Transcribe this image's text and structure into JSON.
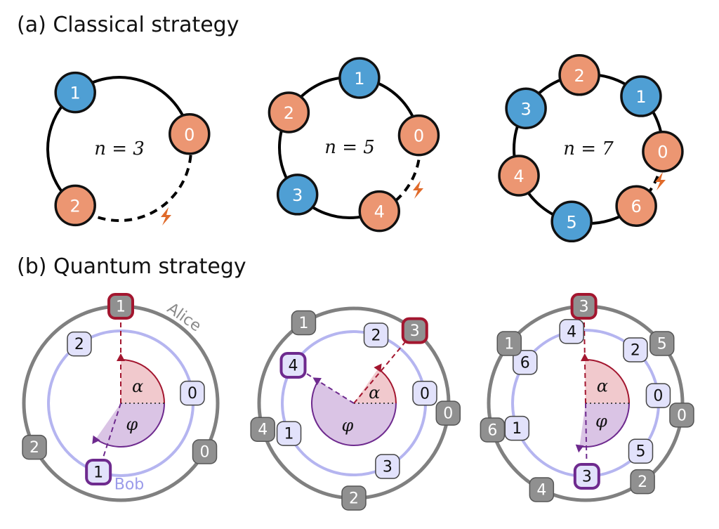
{
  "title_a": "(a) Classical strategy",
  "title_b": "(b) Quantum strategy",
  "colors": {
    "blue": "#4f9fd4",
    "orange": "#ec9672",
    "conflict": "#e06a2a",
    "alice_ring": "#808080",
    "bob_ring": "#b5b5f0",
    "alice_box": "#909090",
    "bob_box": "#e2e2fb",
    "red_highlight": "#a3162f",
    "purple_highlight": "#6e2a8e",
    "alpha_fill": "#f1c9cd",
    "phi_fill": "#dac4e5"
  },
  "classical": [
    {
      "label": "n = 3",
      "nodes": [
        {
          "text": "1",
          "color": "blue"
        },
        {
          "text": "0",
          "color": "orange"
        },
        {
          "text": "2",
          "color": "orange"
        }
      ]
    },
    {
      "label": "n = 5",
      "nodes": [
        {
          "text": "1",
          "color": "blue"
        },
        {
          "text": "2",
          "color": "orange"
        },
        {
          "text": "0",
          "color": "orange"
        },
        {
          "text": "3",
          "color": "blue"
        },
        {
          "text": "4",
          "color": "orange"
        }
      ]
    },
    {
      "label": "n = 7",
      "nodes": [
        {
          "text": "2",
          "color": "orange"
        },
        {
          "text": "1",
          "color": "blue"
        },
        {
          "text": "3",
          "color": "blue"
        },
        {
          "text": "0",
          "color": "orange"
        },
        {
          "text": "4",
          "color": "orange"
        },
        {
          "text": "6",
          "color": "orange"
        },
        {
          "text": "5",
          "color": "blue"
        }
      ]
    }
  ],
  "quantum": [
    {
      "alice_label": "Alice",
      "bob_label": "Bob",
      "alpha_label": "α",
      "phi_label": "φ",
      "alice_outputs": [
        {
          "text": "1",
          "highlight": true
        },
        {
          "text": "2",
          "highlight": false
        },
        {
          "text": "0",
          "highlight": false
        }
      ],
      "bob_outputs": [
        {
          "text": "2",
          "highlight": false
        },
        {
          "text": "0",
          "highlight": false
        },
        {
          "text": "1",
          "highlight": true
        }
      ]
    },
    {
      "alpha_label": "α",
      "phi_label": "φ",
      "alice_outputs": [
        {
          "text": "1",
          "highlight": false
        },
        {
          "text": "3",
          "highlight": true
        },
        {
          "text": "4",
          "highlight": false
        },
        {
          "text": "0",
          "highlight": false
        },
        {
          "text": "2",
          "highlight": false
        }
      ],
      "bob_outputs": [
        {
          "text": "2",
          "highlight": false
        },
        {
          "text": "4",
          "highlight": true
        },
        {
          "text": "0",
          "highlight": false
        },
        {
          "text": "1",
          "highlight": false
        },
        {
          "text": "3",
          "highlight": false
        }
      ]
    },
    {
      "alpha_label": "α",
      "phi_label": "φ",
      "alice_outputs": [
        {
          "text": "3",
          "highlight": true
        },
        {
          "text": "5",
          "highlight": false
        },
        {
          "text": "1",
          "highlight": false
        },
        {
          "text": "0",
          "highlight": false
        },
        {
          "text": "6",
          "highlight": false
        },
        {
          "text": "2",
          "highlight": false
        },
        {
          "text": "4",
          "highlight": false
        }
      ],
      "bob_outputs": [
        {
          "text": "4",
          "highlight": false
        },
        {
          "text": "2",
          "highlight": false
        },
        {
          "text": "6",
          "highlight": false
        },
        {
          "text": "0",
          "highlight": false
        },
        {
          "text": "1",
          "highlight": false
        },
        {
          "text": "5",
          "highlight": false
        },
        {
          "text": "3",
          "highlight": true
        }
      ]
    }
  ]
}
